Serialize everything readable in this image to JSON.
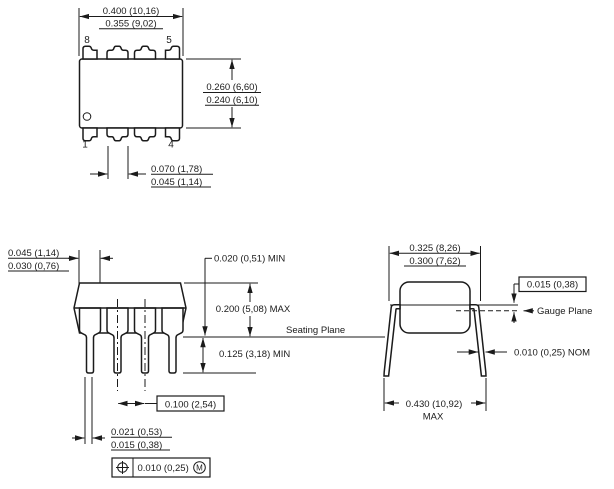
{
  "drawing": {
    "top_view": {
      "pin_top_left": "8",
      "pin_top_right": "5",
      "pin_bottom_left": "1",
      "pin_bottom_right": "4",
      "width_max": "0.400 (10,16)",
      "width_min": "0.355 (9,02)",
      "height_max": "0.260 (6,60)",
      "height_min": "0.240 (6,10)",
      "pin_width_max": "0.070 (1,78)",
      "pin_width_min": "0.045 (1,14)"
    },
    "front_view": {
      "shoulder_max": "0.045 (1,14)",
      "shoulder_min": "0.030 (0,76)",
      "standoff": "0.020 (0,51) MIN",
      "body_height": "0.200 (5,08) MAX",
      "seating_plane_label": "Seating Plane",
      "lead_length": "0.125 (3,18) MIN",
      "lead_pitch": "0.100 (2,54)",
      "lead_tip_max": "0.021 (0,53)",
      "lead_tip_min": "0.015 (0,38)",
      "position_tolerance": "0.010 (0,25)",
      "position_modifier": "M"
    },
    "end_view": {
      "span_max": "0.325 (8,26)",
      "span_min": "0.300 (7,62)",
      "gauge_offset": "0.015 (0,38)",
      "gauge_plane_label": "Gauge Plane",
      "lead_thickness": "0.010 (0,25) NOM",
      "overall_width": "0.430 (10,92)",
      "overall_width_suffix": "MAX"
    },
    "line_color": "#1b1b1b",
    "background_color": "#ffffff"
  }
}
